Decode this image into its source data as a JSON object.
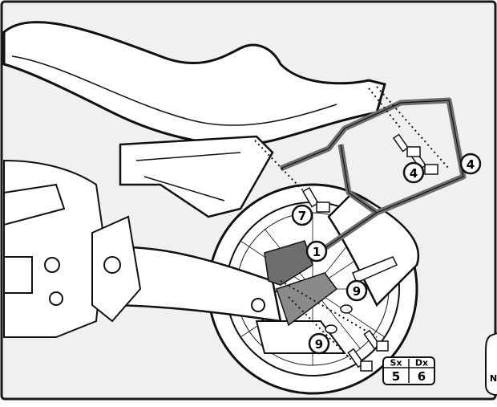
{
  "callouts": {
    "c1": "1",
    "c4a": "4",
    "c4b": "4",
    "c7": "7",
    "c9a": "9",
    "c9b": "9"
  },
  "side_table": {
    "left_header": "Sx",
    "right_header": "Dx",
    "left_value": "5",
    "right_value": "6"
  },
  "edge_fragment": "N",
  "colors": {
    "background": "#f0f0f0",
    "frame": "#1a1a1a",
    "rack": "#6e6e6e",
    "line": "#111111"
  }
}
